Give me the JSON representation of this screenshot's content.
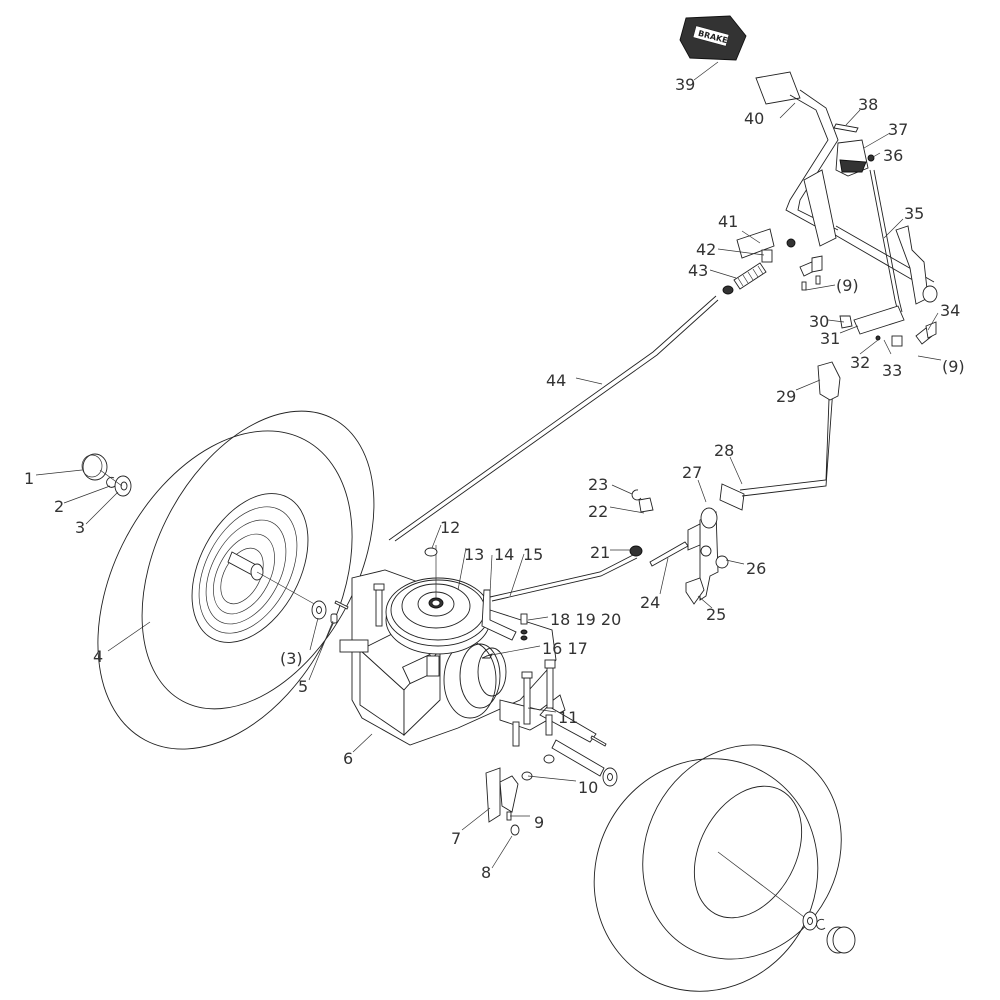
{
  "diagram": {
    "type": "exploded-parts-diagram",
    "subject": "Lawn tractor rear axle, transaxle and brake pedal linkage",
    "brake_pedal_text": "BRAKE",
    "labels": [
      {
        "id": "1",
        "text": "1"
      },
      {
        "id": "2",
        "text": "2"
      },
      {
        "id": "3",
        "text": "3"
      },
      {
        "id": "4",
        "text": "4"
      },
      {
        "id": "3b",
        "text": "(3)"
      },
      {
        "id": "5",
        "text": "5"
      },
      {
        "id": "6",
        "text": "6"
      },
      {
        "id": "7",
        "text": "7"
      },
      {
        "id": "8",
        "text": "8"
      },
      {
        "id": "9",
        "text": "9"
      },
      {
        "id": "10",
        "text": "10"
      },
      {
        "id": "11",
        "text": "11"
      },
      {
        "id": "12",
        "text": "12"
      },
      {
        "id": "13",
        "text": "13"
      },
      {
        "id": "14",
        "text": "14"
      },
      {
        "id": "15",
        "text": "15"
      },
      {
        "id": "16_17",
        "text": "16 17"
      },
      {
        "id": "18_19_20",
        "text": "18 19 20"
      },
      {
        "id": "21",
        "text": "21"
      },
      {
        "id": "22",
        "text": "22"
      },
      {
        "id": "23",
        "text": "23"
      },
      {
        "id": "24",
        "text": "24"
      },
      {
        "id": "25",
        "text": "25"
      },
      {
        "id": "26",
        "text": "26"
      },
      {
        "id": "27",
        "text": "27"
      },
      {
        "id": "28",
        "text": "28"
      },
      {
        "id": "29",
        "text": "29"
      },
      {
        "id": "30",
        "text": "30"
      },
      {
        "id": "31",
        "text": "31"
      },
      {
        "id": "32",
        "text": "32"
      },
      {
        "id": "33",
        "text": "33"
      },
      {
        "id": "9b",
        "text": "(9)"
      },
      {
        "id": "34",
        "text": "34"
      },
      {
        "id": "35",
        "text": "35"
      },
      {
        "id": "36",
        "text": "36"
      },
      {
        "id": "37",
        "text": "37"
      },
      {
        "id": "38",
        "text": "38"
      },
      {
        "id": "39",
        "text": "39"
      },
      {
        "id": "40",
        "text": "40"
      },
      {
        "id": "41",
        "text": "41"
      },
      {
        "id": "42",
        "text": "42"
      },
      {
        "id": "43",
        "text": "43"
      },
      {
        "id": "9c",
        "text": "(9)"
      },
      {
        "id": "44",
        "text": "44"
      }
    ]
  }
}
